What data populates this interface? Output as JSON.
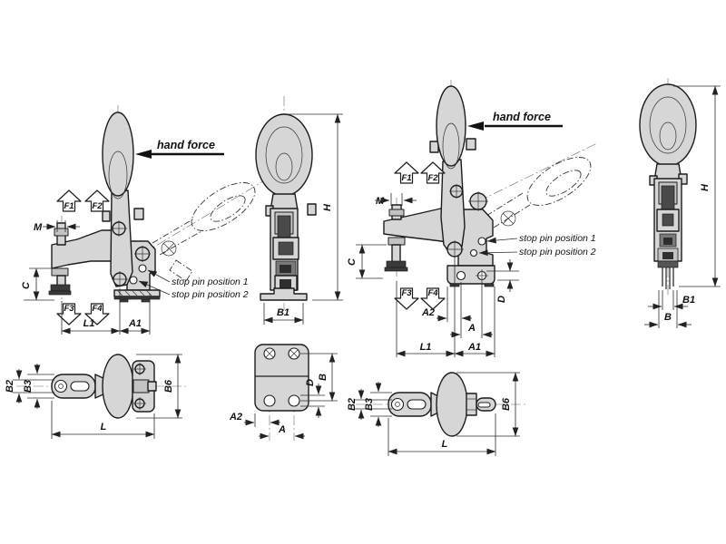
{
  "drawing": {
    "colors": {
      "background": "#ffffff",
      "outline": "#1c1c1c",
      "metal_fill": "#d6d6d6",
      "dark_fill": "#3a3a3a",
      "dimension_line": "#2b2b2b"
    },
    "labels": {
      "hand_force": "hand force",
      "f1": "F1",
      "f2": "F2",
      "f3": "F3",
      "f4": "F4",
      "stop_pin_position_1": "stop pin position 1",
      "stop_pin_position_2": "stop pin position 2"
    },
    "dimensions": {
      "m": "M",
      "c": "C",
      "h": "H",
      "d": "D",
      "a": "A",
      "a1": "A1",
      "a2": "A2",
      "b": "B",
      "b1": "B1",
      "b2": "B2",
      "b3": "B3",
      "b6": "B6",
      "l": "L",
      "l1": "L1"
    }
  }
}
